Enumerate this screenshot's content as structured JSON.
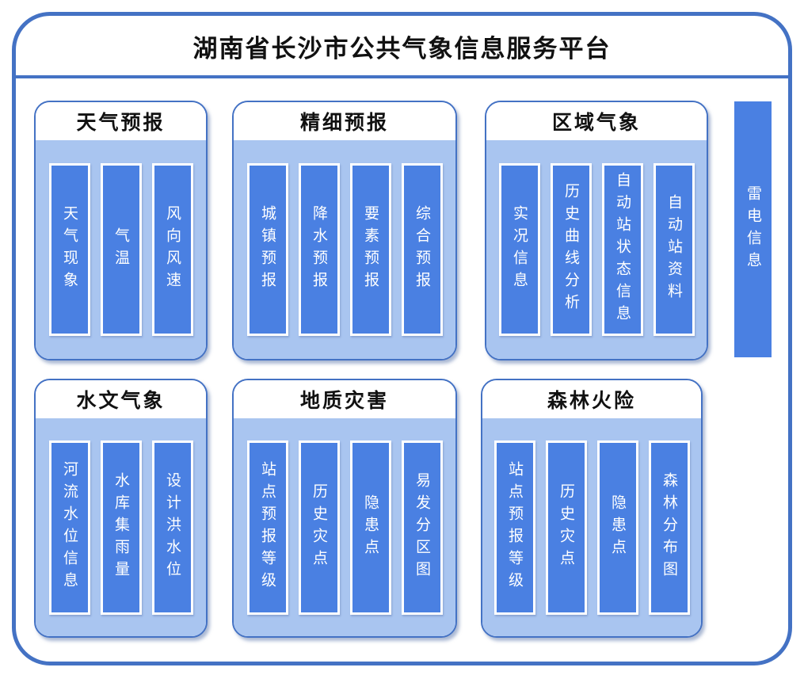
{
  "title": "湖南省长沙市公共气象信息服务平台",
  "colors": {
    "frame_border": "#4472C4",
    "panel_body": "#A9C5F0",
    "bar_fill": "#4A80E2",
    "bar_text": "#FFFFFF",
    "title_text": "#111111"
  },
  "panels": [
    {
      "title": "天气预报",
      "items": [
        "天气现象",
        "气温",
        "风向风速"
      ]
    },
    {
      "title": "精细预报",
      "items": [
        "城镇预报",
        "降水预报",
        "要素预报",
        "综合预报"
      ]
    },
    {
      "title": "区域气象",
      "items": [
        "实况信息",
        "历史曲线分析",
        "自动站状态信息",
        "自动站资料"
      ]
    },
    {
      "title": "水文气象",
      "items": [
        "河流水位信息",
        "水库集雨量",
        "设计洪水位"
      ]
    },
    {
      "title": "地质灾害",
      "items": [
        "站点预报等级",
        "历史灾点",
        "隐患点",
        "易发分区图"
      ]
    },
    {
      "title": "森林火险",
      "items": [
        "站点预报等级",
        "历史灾点",
        "隐患点",
        "森林分布图"
      ]
    }
  ],
  "side_bar": {
    "label": "雷电信息"
  }
}
